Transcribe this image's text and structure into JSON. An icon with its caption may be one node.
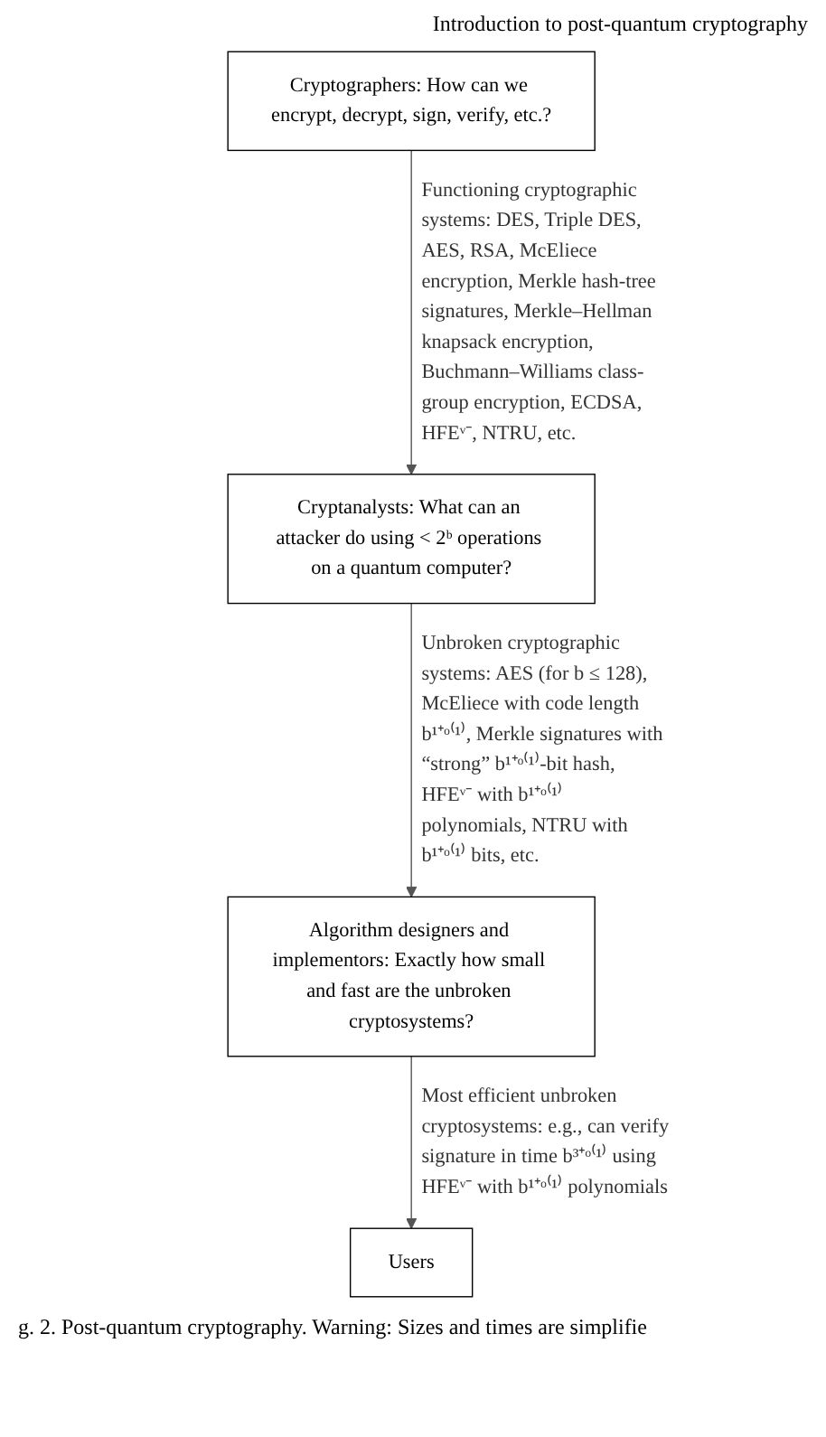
{
  "diagram": {
    "caption": "g. 2. Post-quantum cryptography. Warning: Sizes and times are simplifie",
    "nodes": [
      {
        "text": [
          "Cryptographers: How can we encrypt, decrypt, sign, verify, etc.?"
        ]
      },
      {
        "text": [
          "Cryptanalysts: What can an attacker do using < 2ᵇ operations on a quantum computer?"
        ]
      },
      {
        "text": [
          "Algorithm designers and implementors: Exactly how small and fast are the unbroken cryptosystems?"
        ]
      },
      {
        "text": [
          "Users"
        ]
      }
    ],
    "edges": [
      {
        "from": 0,
        "to": 1,
        "arrow": "to",
        "label": "Functioning cryptographic systems: DES, Triple DES, AES, RSA, McEliece encryption, Merkle hash-tree signatures, Merkle–Hellman knapsack encryption, Buchmann–Williams class-group encryption, ECDSA, HFEᵛ⁻, NTRU, etc."
      },
      {
        "from": 1,
        "to": 2,
        "arrow": "to",
        "label": "Unbroken cryptographic systems: AES (for b ≤ 128), McEliece with code length b¹⁺ᵒ⁽¹⁾, Merkle signatures with “strong” b¹⁺ᵒ⁽¹⁾-bit hash, HFEᵛ⁻ with b¹⁺ᵒ⁽¹⁾ polynomials, NTRU with b¹⁺ᵒ⁽¹⁾ bits, etc."
      },
      {
        "from": 2,
        "to": 3,
        "arrow": "to",
        "label": "Most efficient unbroken cryptosystems: e.g., can verify signature in time b³⁺ᵒ⁽¹⁾ using HFEᵛ⁻ with b¹⁺ᵒ⁽¹⁾ polynomials"
      }
    ],
    "labels": [
      "Introduction to post-quantum cryptography"
    ]
  }
}
